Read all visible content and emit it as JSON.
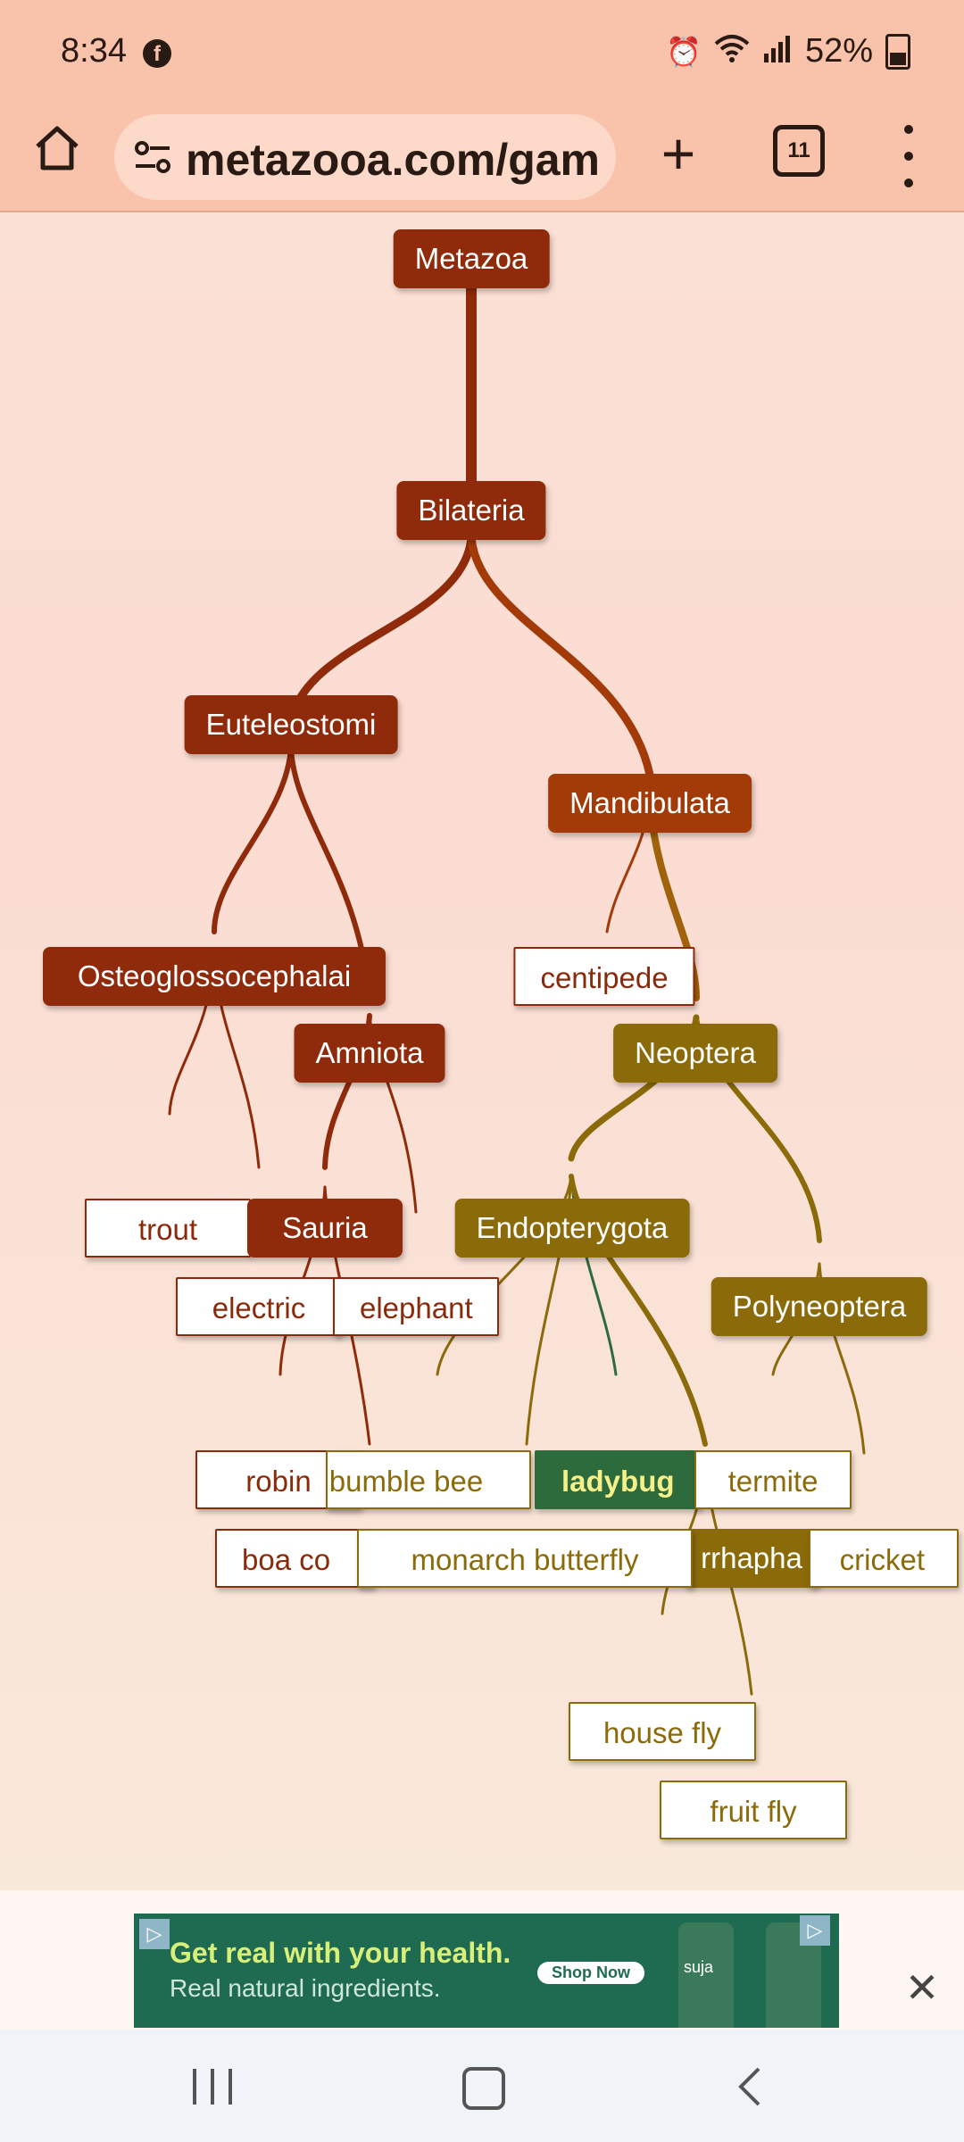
{
  "status_bar": {
    "time": "8:34",
    "notification_icon": "facebook-icon",
    "battery": "52%",
    "icons": [
      "alarm-icon",
      "wifi-icon",
      "signal-icon",
      "battery-icon"
    ]
  },
  "browser": {
    "url": "metazooa.com/gam",
    "tab_count": "11",
    "icons": [
      "home-icon",
      "site-settings-icon",
      "plus-icon",
      "tabs-icon",
      "more-menu-icon"
    ]
  },
  "tree": {
    "clades": {
      "metazoa": "Metazoa",
      "bilateria": "Bilateria",
      "euteleostomi": "Euteleostomi",
      "mandibulata": "Mandibulata",
      "osteoglossocephalai": "Osteoglossocephalai",
      "amniota": "Amniota",
      "neoptera": "Neoptera",
      "sauria": "Sauria",
      "endopterygota": "Endopterygota",
      "polyneoptera": "Polyneoptera",
      "cyclorrhapha": "rrhapha"
    },
    "leaves": {
      "centipede": "centipede",
      "trout": "trout",
      "electric": "electric",
      "elephant": "elephant",
      "robin": "robin",
      "boa": "boa co",
      "bumble_bee": "bumble bee",
      "ladybug": "ladybug",
      "termite": "termite",
      "monarch_butterfly": "monarch butterfly",
      "cricket": "cricket",
      "house_fly": "house fly",
      "fruit_fly": "fruit fly"
    },
    "colors": {
      "red": "#8f2a0a",
      "rust": "#a33b09",
      "olive": "#8b6b09",
      "highlight_bg": "#2e6b3c",
      "highlight_text": "#f5f08a"
    }
  },
  "ad": {
    "headline": "Get real with your health.",
    "subline": "Real natural ingredients.",
    "cta": "Shop Now",
    "brand": "suja",
    "icons": [
      "ad-choices-icon",
      "close-icon"
    ]
  },
  "nav_bar": {
    "icons": [
      "recent-apps-icon",
      "home-icon",
      "back-icon"
    ]
  }
}
